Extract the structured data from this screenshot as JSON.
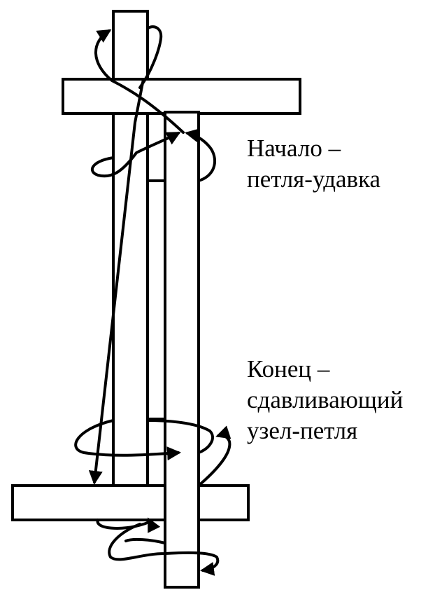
{
  "labels": {
    "start": [
      "Начало –",
      "петля-удавка"
    ],
    "end": [
      "Конец –",
      "сдавливающий",
      "узел-петля"
    ]
  },
  "colors": {
    "stroke": "#000000",
    "background": "#ffffff"
  }
}
